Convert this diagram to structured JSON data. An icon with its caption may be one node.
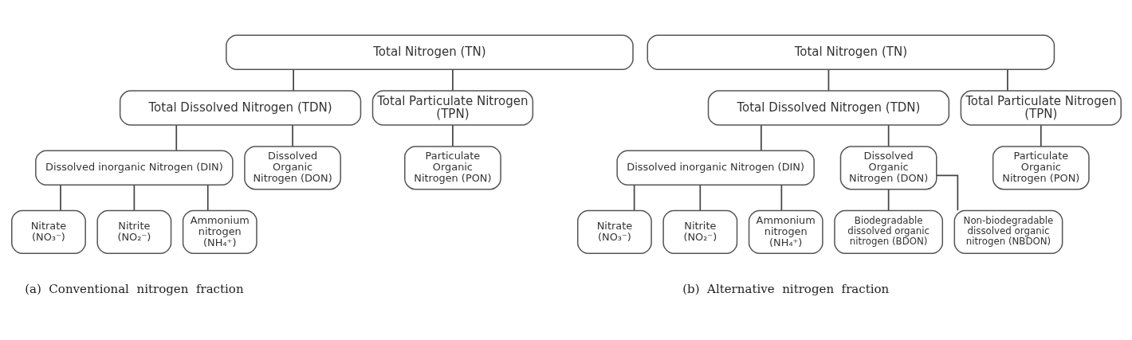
{
  "diagram": {
    "nodes": [
      {
        "text": [
          "Total Nitrogen (TN)"
        ]
      },
      {
        "text": [
          "Total Dissolved Nitrogen (TDN)"
        ]
      },
      {
        "text": [
          "Total Particulate Nitrogen (TPN)"
        ]
      },
      {
        "text": [
          "Dissolved inorganic Nitrogen (DIN)"
        ]
      },
      {
        "text": [
          "Dissolved Organic Nitrogen (DON)"
        ]
      },
      {
        "text": [
          "Particulate Organic Nitrogen (PON)"
        ]
      },
      {
        "text": [
          "Nitrate (NO₃⁻)"
        ]
      },
      {
        "text": [
          "Nitrite (NO₂⁻)"
        ]
      },
      {
        "text": [
          "Ammonium nitrogen (NH₄⁺)"
        ]
      },
      {
        "text": [
          "Total Nitrogen (TN)"
        ]
      },
      {
        "text": [
          "Total Dissolved Nitrogen (TDN)"
        ]
      },
      {
        "text": [
          "Total Particulate Nitrogen (TPN)"
        ]
      },
      {
        "text": [
          "Dissolved inorganic Nitrogen (DIN)"
        ]
      },
      {
        "text": [
          "Dissolved Organic Nitrogen (DON)"
        ]
      },
      {
        "text": [
          "Particulate Organic Nitrogen (PON)"
        ]
      },
      {
        "text": [
          "Nitrate (NO₃⁻)"
        ]
      },
      {
        "text": [
          "Nitrite (NO₂⁻)"
        ]
      },
      {
        "text": [
          "Ammonium nitrogen (NH₄⁺)"
        ]
      },
      {
        "text": [
          "Biodegradable dissolved organic nitrogen (BDON)"
        ]
      },
      {
        "text": [
          "Non-biodegradable dissolved organic nitrogen (NBDON)"
        ]
      }
    ],
    "edges": [
      {
        "from": 0,
        "to": 1,
        "arrow": "none"
      },
      {
        "from": 0,
        "to": 2,
        "arrow": "none"
      },
      {
        "from": 1,
        "to": 3,
        "arrow": "none"
      },
      {
        "from": 1,
        "to": 4,
        "arrow": "none"
      },
      {
        "from": 2,
        "to": 5,
        "arrow": "none"
      },
      {
        "from": 3,
        "to": 6,
        "arrow": "none"
      },
      {
        "from": 3,
        "to": 7,
        "arrow": "none"
      },
      {
        "from": 3,
        "to": 8,
        "arrow": "none"
      },
      {
        "from": 9,
        "to": 10,
        "arrow": "none"
      },
      {
        "from": 9,
        "to": 11,
        "arrow": "none"
      },
      {
        "from": 10,
        "to": 12,
        "arrow": "none"
      },
      {
        "from": 10,
        "to": 13,
        "arrow": "none"
      },
      {
        "from": 11,
        "to": 14,
        "arrow": "none"
      },
      {
        "from": 12,
        "to": 15,
        "arrow": "none"
      },
      {
        "from": 12,
        "to": 16,
        "arrow": "none"
      },
      {
        "from": 12,
        "to": 17,
        "arrow": "none"
      },
      {
        "from": 13,
        "to": 18,
        "arrow": "none"
      },
      {
        "from": 13,
        "to": 19,
        "arrow": "none"
      }
    ],
    "labels": [
      "(a)  Conventional  nitrogen  fraction",
      "(b)  Alternative  nitrogen  fraction"
    ]
  }
}
